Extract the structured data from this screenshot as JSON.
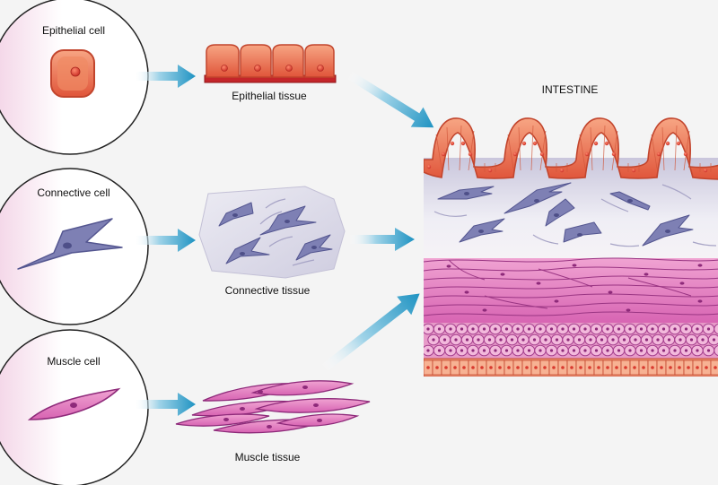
{
  "labels": {
    "epithelial_cell": "Epithelial cell",
    "connective_cell": "Connective cell",
    "muscle_cell": "Muscle cell",
    "epithelial_tissue": "Epithelial tissue",
    "connective_tissue": "Connective tissue",
    "muscle_tissue": "Muscle tissue",
    "intestine": "INTESTINE"
  },
  "colors": {
    "background": "#f4f4f4",
    "arrow": "#3aa6cc",
    "epithelial": "#e66a4a",
    "connective": "#7b7fb0",
    "muscle": "#cf5fae",
    "nucleus": "#d93a2f"
  }
}
